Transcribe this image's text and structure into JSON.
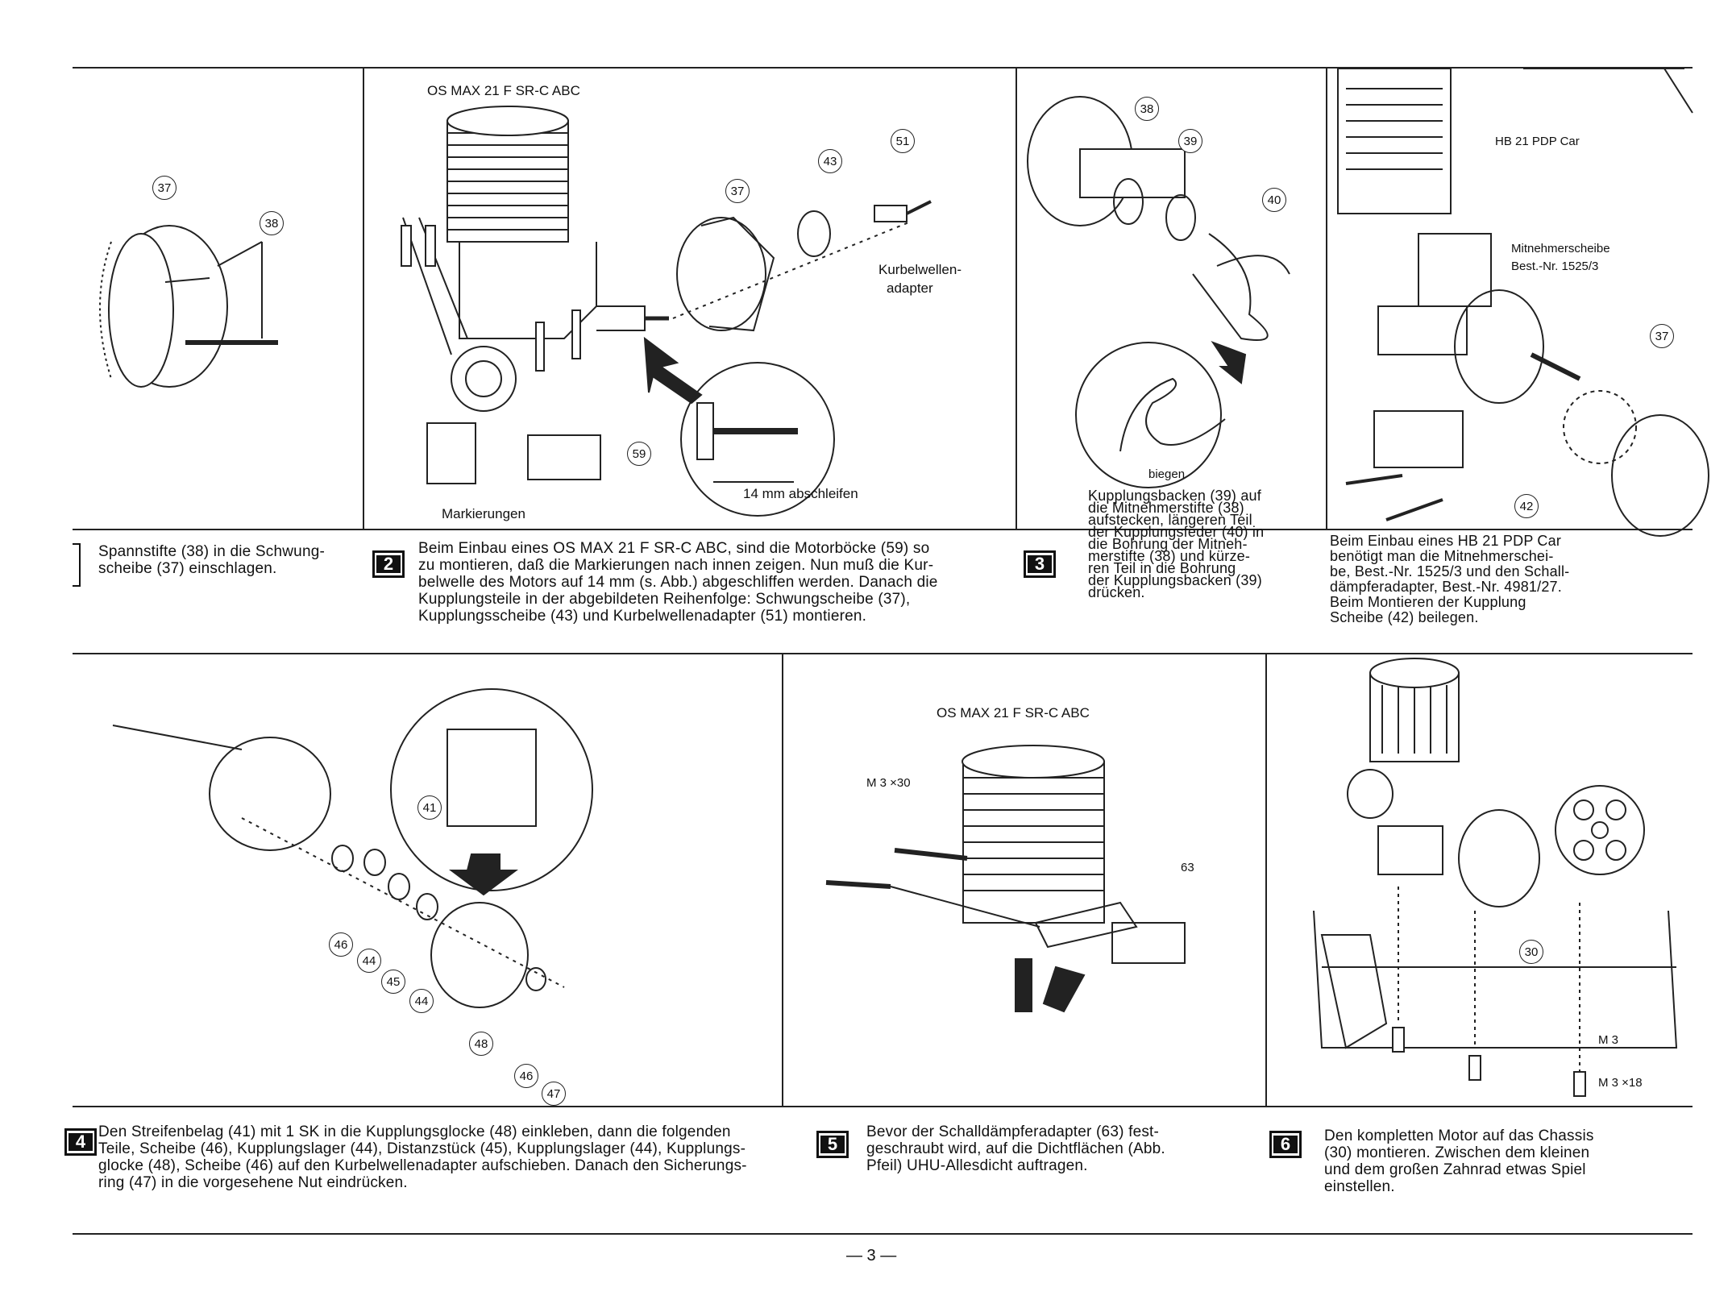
{
  "page_number": "— 3 —",
  "steps": {
    "s1": {
      "number": "",
      "caption": [
        "Spannstifte (38) in die Schwung-",
        "scheibe (37) einschlagen."
      ],
      "labels": {
        "n37": "37",
        "n38": "38"
      }
    },
    "s2": {
      "number": "2",
      "title": "OS MAX 21 F SR-C ABC",
      "caption": [
        "Beim Einbau eines OS MAX 21 F SR-C ABC, sind die Motorböcke (59) so",
        "zu montieren, daß die Markierungen nach innen zeigen. Nun muß die Kur-",
        "belwelle des Motors auf 14 mm (s. Abb.) abgeschliffen werden. Danach die",
        "Kupplungsteile in der abgebildeten Reihenfolge: Schwungscheibe (37),",
        "Kupplungsscheibe (43) und Kurbelwellenadapter (51) montieren."
      ],
      "labels": {
        "n37": "37",
        "n43": "43",
        "n51": "51",
        "n59": "59",
        "kurbel": "Kurbelwellen-",
        "adapter": "adapter",
        "markierungen": "Markierungen",
        "abschleifen": "14 mm abschleifen"
      }
    },
    "s3": {
      "number": "3",
      "caption": [
        "Kupplungsbacken (39) auf",
        "die Mitnehmerstifte (38)",
        "aufstecken, längeren Teil",
        "der Kupplungsfeder (40) in",
        "die Bohrung der Mitneh-",
        "merstifte (38) und kürze-",
        "ren Teil in die Bohrung",
        "der Kupplungsbacken (39)",
        "drücken."
      ],
      "labels": {
        "n38": "38",
        "n39": "39",
        "n40": "40",
        "biegen": "biegen"
      }
    },
    "s3b": {
      "caption": [
        "Beim Einbau eines HB 21 PDP Car",
        "benötigt man die Mitnehmerschei-",
        "be, Best.-Nr. 1525/3 und den Schall-",
        "dämpferadapter, Best.-Nr. 4981/27.",
        "Beim Montieren der Kupplung",
        "Scheibe (42) beilegen."
      ],
      "labels": {
        "hb": "HB 21 PDP Car",
        "mitnehmer": "Mitnehmerscheibe",
        "best": "Best.-Nr. 1525/3",
        "n37": "37",
        "n42": "42"
      }
    },
    "s4": {
      "number": "4",
      "caption": [
        "Den Streifenbelag (41) mit 1 SK in die Kupplungsglocke (48) einkleben, dann die folgenden",
        "Teile, Scheibe (46), Kupplungslager (44), Distanzstück (45), Kupplungslager (44), Kupplungs-",
        "glocke (48), Scheibe (46) auf den Kurbelwellenadapter aufschieben. Danach den Sicherungs-",
        "ring (47) in die vorgesehene Nut eindrücken."
      ],
      "labels": {
        "n41": "41",
        "n46a": "46",
        "n44a": "44",
        "n45": "45",
        "n44b": "44",
        "n48": "48",
        "n46b": "46",
        "n47": "47"
      }
    },
    "s5": {
      "number": "5",
      "title": "OS MAX 21 F SR-C ABC",
      "caption": [
        "Bevor der Schalldämpferadapter (63) fest-",
        "geschraubt wird, auf die Dichtflächen (Abb.",
        "Pfeil) UHU-Allesdicht auftragen."
      ],
      "labels": {
        "m3x30": "M 3 ×30",
        "n63": "63"
      }
    },
    "s6": {
      "number": "6",
      "caption": [
        "Den kompletten Motor auf das Chassis",
        "(30) montieren. Zwischen dem kleinen",
        "und dem großen Zahnrad etwas Spiel",
        "einstellen."
      ],
      "labels": {
        "n30": "30",
        "m3": "M 3",
        "m3x18": "M 3 ×18"
      }
    }
  }
}
